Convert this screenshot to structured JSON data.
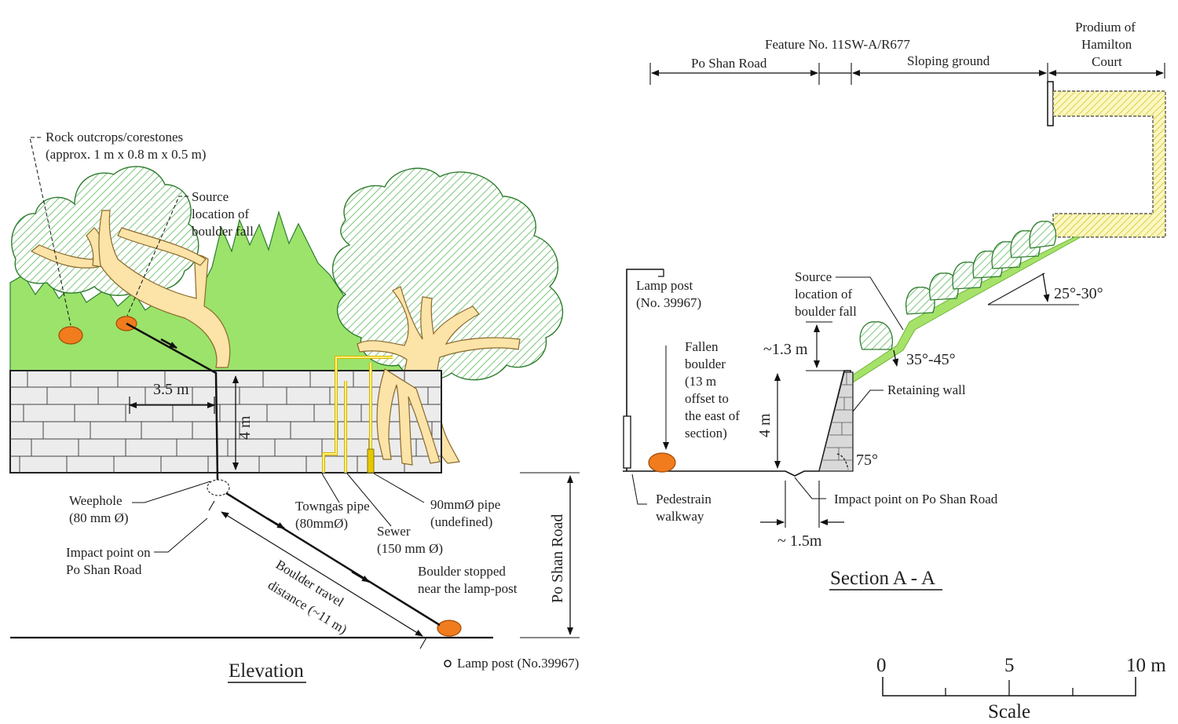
{
  "elevation": {
    "title": "Elevation",
    "rock_outcrops": [
      "Rock outcrops/corestones",
      "(approx. 1 m x 0.8 m x 0.5 m)"
    ],
    "source": [
      "Source",
      "location of",
      "boulder fall"
    ],
    "dim_horizontal": "3.5 m",
    "dim_vertical": "4 m",
    "weephole": [
      "Weephole",
      "(80 mm Ø)"
    ],
    "impact_point": [
      "Impact point on",
      "Po Shan Road"
    ],
    "towngas_pipe": [
      "Towngas pipe",
      "(80mmØ)"
    ],
    "sewer": [
      "Sewer",
      "(150 mm Ø)"
    ],
    "pipe_90": [
      "90mmØ pipe",
      "(undefined)"
    ],
    "boulder_travel": [
      "Boulder travel",
      "distance (~11 m)"
    ],
    "boulder_stopped": [
      "Boulder stopped",
      "near the lamp-post"
    ],
    "road_label": "Po Shan Road",
    "lamp_post_legend": "Lamp post (No.39967)"
  },
  "section": {
    "title": "Section A - A",
    "feature_no": "Feature No. 11SW-A/R677",
    "po_shan_road": "Po Shan Road",
    "sloping_ground": "Sloping ground",
    "podium": [
      "Prodium of",
      "Hamilton",
      "Court"
    ],
    "lamp_post": [
      "Lamp post",
      "(No. 39967)"
    ],
    "fallen_boulder": [
      "Fallen",
      "boulder",
      "(13 m",
      "offset to",
      "the east of",
      "section)"
    ],
    "source": [
      "Source",
      "location of",
      "boulder fall"
    ],
    "dim_13": "~1.3 m",
    "angle_25_30": "25°-30°",
    "angle_35_45": "35°-45°",
    "retaining_wall": "Retaining wall",
    "dim_4": "4 m",
    "angle_75": "75°",
    "pedestrian": [
      "Pedestrain",
      "walkway"
    ],
    "impact_point": "Impact point on Po Shan Road",
    "dim_15": "~ 1.5m"
  },
  "scale": {
    "ticks": [
      "0",
      "5",
      "10 m"
    ],
    "label": "Scale"
  }
}
